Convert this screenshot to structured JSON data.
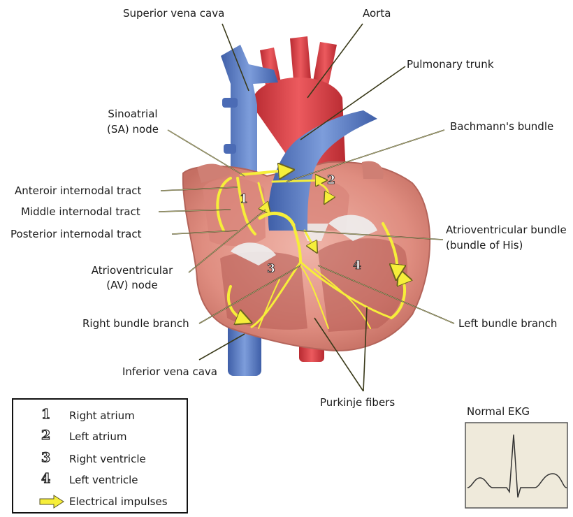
{
  "labels": {
    "superior_vena_cava": "Superior vena cava",
    "aorta": "Aorta",
    "pulmonary_trunk": "Pulmonary trunk",
    "sa_node_1": "Sinoatrial",
    "sa_node_2": "(SA) node",
    "bachmanns_bundle": "Bachmann's bundle",
    "anterior_internodal": "Anteroir internodal tract",
    "middle_internodal": "Middle internodal tract",
    "posterior_internodal": "Posterior internodal tract",
    "av_bundle_1": "Atrioventricular bundle",
    "av_bundle_2": "(bundle of His)",
    "av_node_1": "Atrioventricular",
    "av_node_2": "(AV) node",
    "right_bundle_branch": "Right bundle branch",
    "left_bundle_branch": "Left bundle branch",
    "inferior_vena_cava": "Inferior vena cava",
    "purkinje_fibers": "Purkinje fibers"
  },
  "chamber_numbers": [
    "1",
    "2",
    "3",
    "4"
  ],
  "legend": {
    "items": [
      {
        "num": "1",
        "label": "Right atrium"
      },
      {
        "num": "2",
        "label": "Left atrium"
      },
      {
        "num": "3",
        "label": "Right ventricle"
      },
      {
        "num": "4",
        "label": "Left ventricle"
      }
    ],
    "arrow_label": "Electrical impulses"
  },
  "ekg": {
    "title": "Normal EKG"
  },
  "colors": {
    "vein_blue": "#5b7fc4",
    "artery_red": "#d8393f",
    "muscle_pink": "#e59a8e",
    "impulse_yellow": "#f6ee3a",
    "ekg_background": "#efeadb"
  }
}
